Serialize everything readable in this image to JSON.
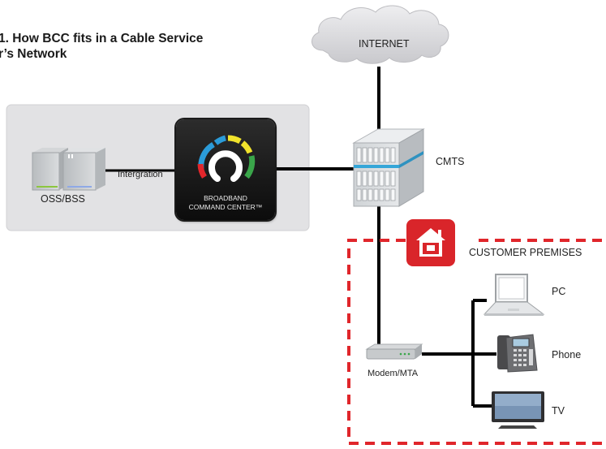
{
  "title": {
    "line1": "1. How BCC fits in a Cable Service",
    "line2": "r’s Network"
  },
  "nodes": {
    "internet": "INTERNET",
    "oss_bss": "OSS/BSS",
    "integration": "Intergration",
    "bcc_line1": "BROADBAND",
    "bcc_line2": "COMMAND CENTER™",
    "cmts": "CMTS",
    "customer_premises": "CUSTOMER PREMISES",
    "modem": "Modem/MTA",
    "pc": "PC",
    "phone": "Phone",
    "tv": "TV"
  },
  "colors": {
    "panel": "#e2e2e4",
    "premises_border": "#e0262b",
    "house_icon": "#d9252a",
    "connection": "#000000",
    "cmts_stripe": "#35a6d8",
    "bcc_ring": [
      "#2b9bd8",
      "#f1e32c",
      "#3aa64a",
      "#e2262b"
    ]
  }
}
